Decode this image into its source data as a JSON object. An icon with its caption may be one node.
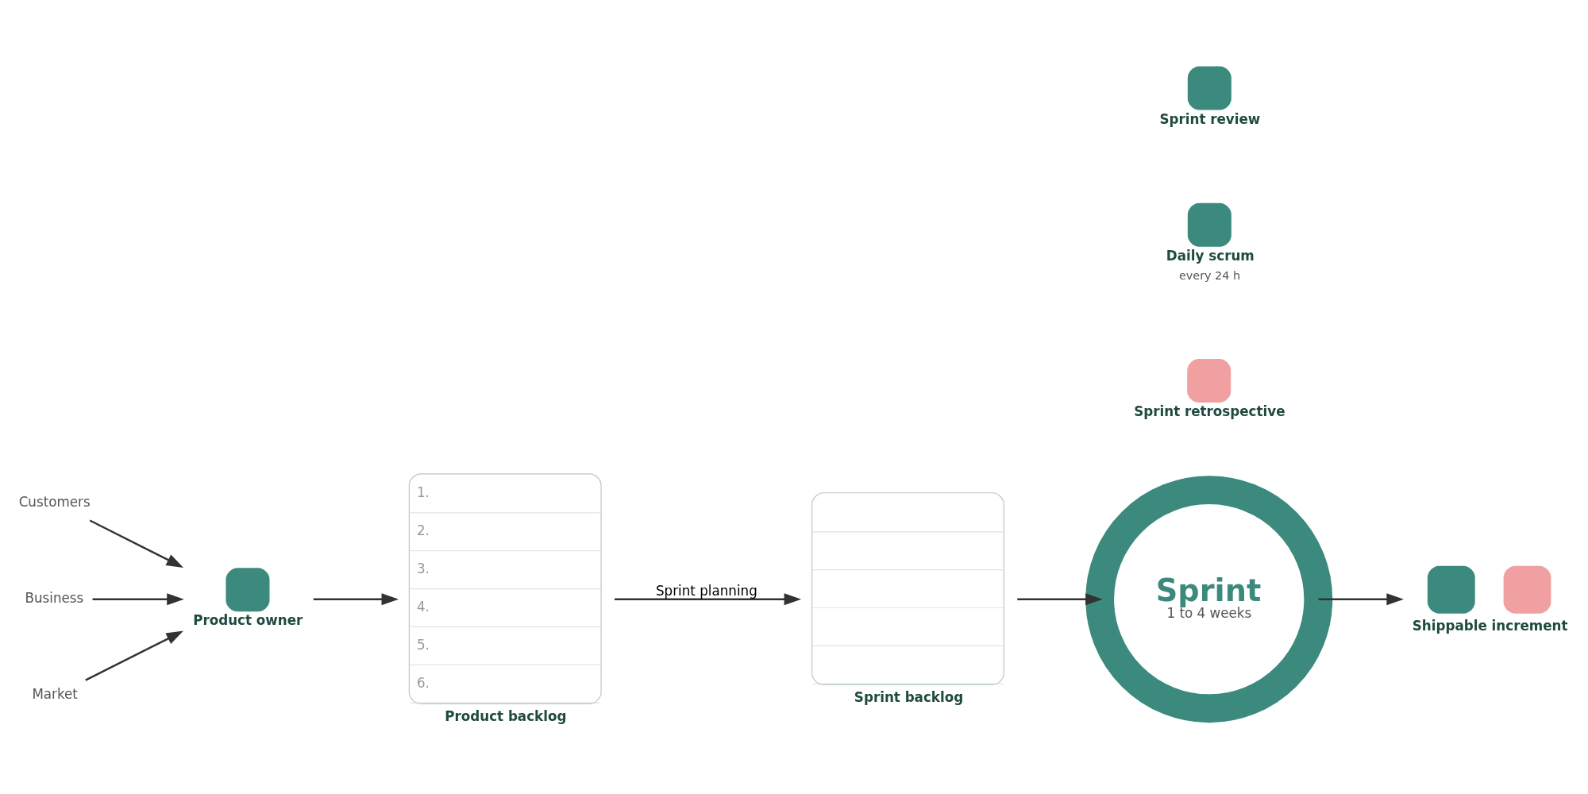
{
  "diagram": {
    "nodes": [
      {
        "text": [
          "Customers"
        ]
      },
      {
        "text": [
          "Business"
        ]
      },
      {
        "text": [
          "Market"
        ]
      },
      {
        "text": [
          "Product owner"
        ]
      },
      {
        "text": [
          "1.",
          "2.",
          "3.",
          "4.",
          "5.",
          "6.",
          "Product backlog"
        ]
      },
      {
        "text": [
          "Sprint backlog"
        ]
      },
      {
        "text": [
          "Sprint retrospective"
        ]
      },
      {
        "text": [
          "Daily scrum"
        ],
        "beside": [
          "every 24 h"
        ]
      },
      {
        "text": [
          "Sprint",
          "1 to 4 weeks"
        ]
      },
      {
        "text": [
          "Sprint review"
        ]
      },
      {
        "text": [
          "Shippable increment"
        ]
      }
    ],
    "edges": [
      {
        "from": 0,
        "to": 3,
        "arrow": "to"
      },
      {
        "from": 1,
        "to": 3,
        "arrow": "to"
      },
      {
        "from": 2,
        "to": 3,
        "arrow": "to"
      },
      {
        "from": 3,
        "to": 4,
        "arrow": "to"
      },
      {
        "from": 4,
        "to": 5,
        "arrow": "to",
        "label": "Sprint planning"
      },
      {
        "from": 5,
        "to": 8,
        "arrow": "to"
      },
      {
        "from": 8,
        "to": 10,
        "arrow": "to"
      }
    ]
  }
}
